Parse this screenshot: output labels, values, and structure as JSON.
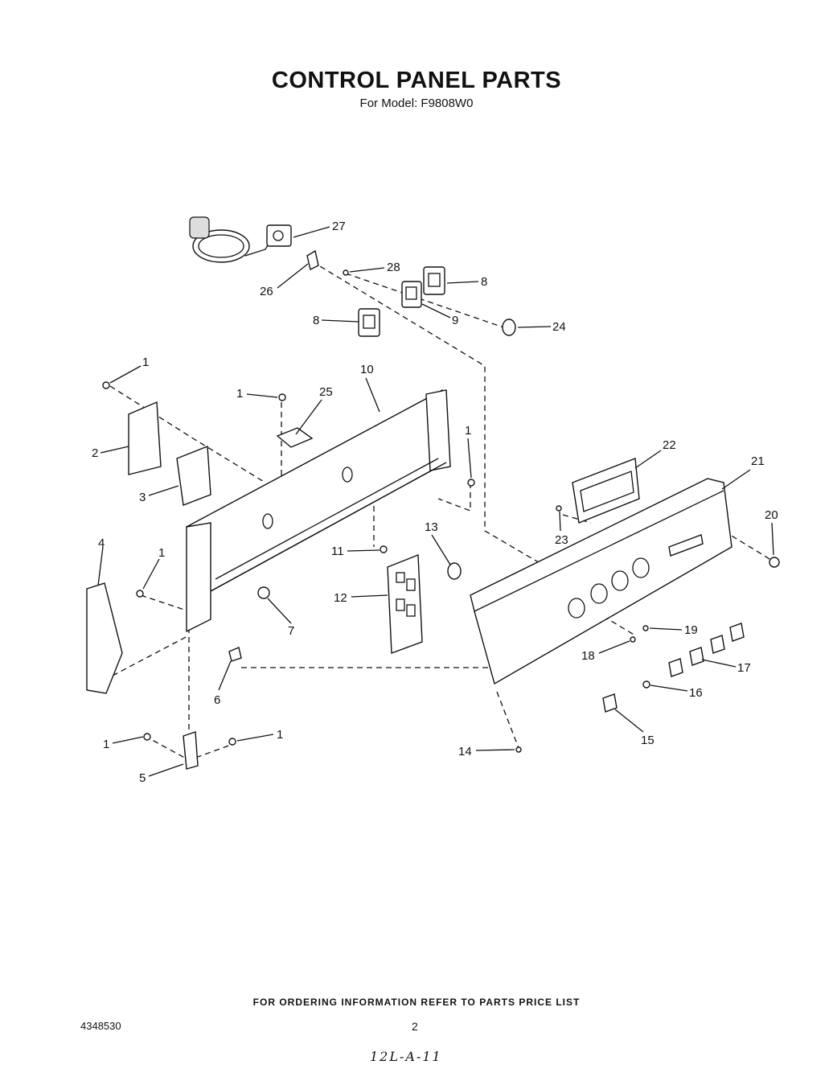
{
  "header": {
    "title": "CONTROL PANEL PARTS",
    "subtitle": "For Model: F9808W0"
  },
  "callouts": [
    {
      "id": "c27",
      "label": "27"
    },
    {
      "id": "c26",
      "label": "26"
    },
    {
      "id": "c28",
      "label": "28"
    },
    {
      "id": "c8a",
      "label": "8"
    },
    {
      "id": "c9",
      "label": "9"
    },
    {
      "id": "c8b",
      "label": "8"
    },
    {
      "id": "c24",
      "label": "24"
    },
    {
      "id": "c1a",
      "label": "1"
    },
    {
      "id": "c1b",
      "label": "1"
    },
    {
      "id": "c25",
      "label": "25"
    },
    {
      "id": "c10",
      "label": "10"
    },
    {
      "id": "c1c",
      "label": "1"
    },
    {
      "id": "c2",
      "label": "2"
    },
    {
      "id": "c3",
      "label": "3"
    },
    {
      "id": "c22",
      "label": "22"
    },
    {
      "id": "c21",
      "label": "21"
    },
    {
      "id": "c20",
      "label": "20"
    },
    {
      "id": "c23",
      "label": "23"
    },
    {
      "id": "c13",
      "label": "13"
    },
    {
      "id": "c11",
      "label": "11"
    },
    {
      "id": "c4",
      "label": "4"
    },
    {
      "id": "c1d",
      "label": "1"
    },
    {
      "id": "c12",
      "label": "12"
    },
    {
      "id": "c7",
      "label": "7"
    },
    {
      "id": "c19",
      "label": "19"
    },
    {
      "id": "c18",
      "label": "18"
    },
    {
      "id": "c17",
      "label": "17"
    },
    {
      "id": "c6",
      "label": "6"
    },
    {
      "id": "c16",
      "label": "16"
    },
    {
      "id": "c15",
      "label": "15"
    },
    {
      "id": "c1e",
      "label": "1"
    },
    {
      "id": "c1f",
      "label": "1"
    },
    {
      "id": "c14",
      "label": "14"
    },
    {
      "id": "c5",
      "label": "5"
    }
  ],
  "footer": {
    "note": "FOR ORDERING INFORMATION REFER TO PARTS PRICE LIST",
    "doc_number": "4348530",
    "page_number": "2",
    "handwritten": "12L-A-11"
  }
}
